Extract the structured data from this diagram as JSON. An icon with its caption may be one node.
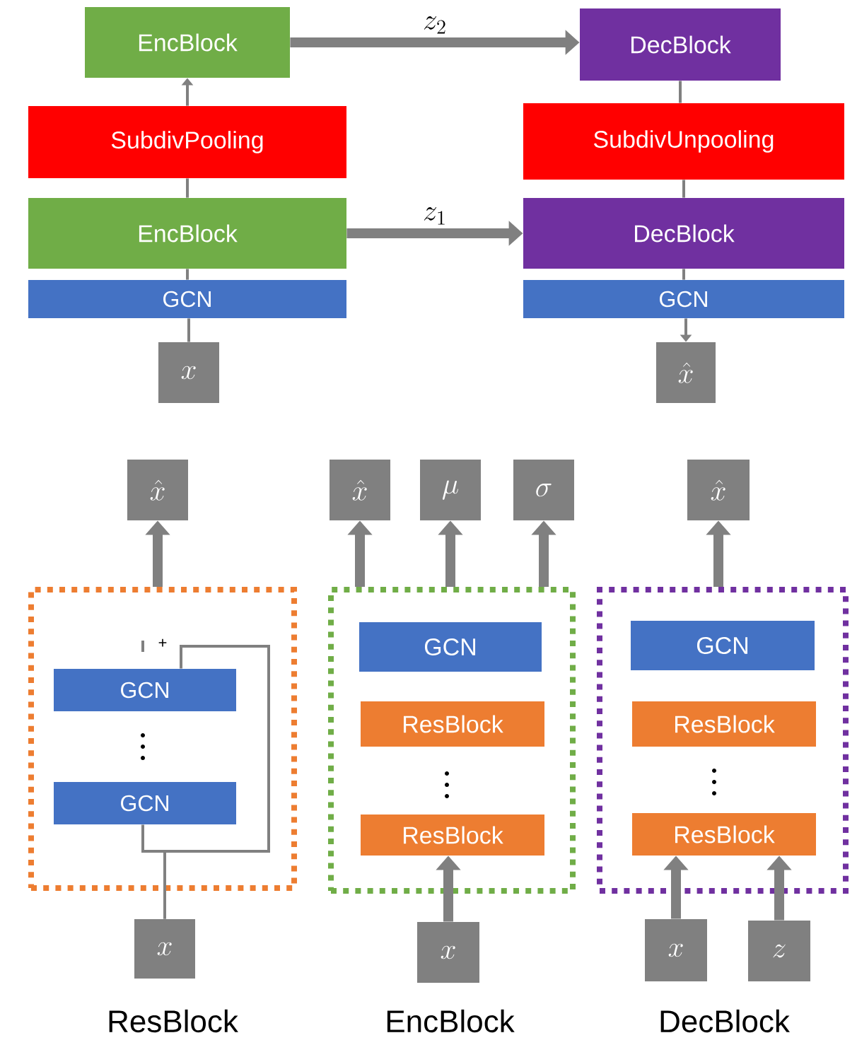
{
  "diagram": {
    "nodes": [
      {
        "text": [
          "EncBlock"
        ]
      },
      {
        "text": [
          "SubdivPooling"
        ]
      },
      {
        "text": [
          "EncBlock"
        ]
      },
      {
        "text": [
          "GCN"
        ]
      },
      {
        "text": [
          "x"
        ]
      },
      {
        "text": [
          "DecBlock"
        ]
      },
      {
        "text": [
          "SubdivUnpooling"
        ]
      },
      {
        "text": [
          "DecBlock"
        ]
      },
      {
        "text": [
          "GCN"
        ]
      },
      {
        "text": [
          "\\hat{x}"
        ]
      },
      {
        "text": [
          "\\hat{x}"
        ]
      },
      {
        "text": [],
        "shape": "box"
      },
      {
        "text": [
          "GCN"
        ],
        "in": 11
      },
      {
        "text": [
          "GCN"
        ],
        "in": 11
      },
      {
        "text": [
          "x"
        ]
      },
      {
        "text": [
          "\\hat{x}"
        ]
      },
      {
        "text": [
          "\\mu"
        ]
      },
      {
        "text": [
          "\\sigma"
        ]
      },
      {
        "text": [],
        "shape": "box"
      },
      {
        "text": [
          "GCN"
        ],
        "in": 18
      },
      {
        "text": [
          "ResBlock"
        ],
        "in": 18
      },
      {
        "text": [
          "ResBlock"
        ],
        "in": 18
      },
      {
        "text": [
          "x"
        ]
      },
      {
        "text": [
          "\\hat{x}"
        ]
      },
      {
        "text": [],
        "shape": "box"
      },
      {
        "text": [
          "GCN"
        ],
        "in": 24
      },
      {
        "text": [
          "ResBlock"
        ],
        "in": 24
      },
      {
        "text": [
          "ResBlock"
        ],
        "in": 24
      },
      {
        "text": [
          "x"
        ]
      },
      {
        "text": [
          "z"
        ]
      }
    ],
    "edges": [
      {
        "from": 4,
        "to": 3,
        "arrow": "none"
      },
      {
        "from": 3,
        "to": 2,
        "arrow": "none"
      },
      {
        "from": 2,
        "to": 1,
        "arrow": "none"
      },
      {
        "from": 1,
        "to": 0,
        "arrow": "to"
      },
      {
        "from": 0,
        "to": 5,
        "arrow": "to",
        "style": "thick",
        "label": "z_2"
      },
      {
        "from": 2,
        "to": 7,
        "arrow": "to",
        "style": "thick",
        "label": "z_1"
      },
      {
        "from": 5,
        "to": 6,
        "arrow": "none"
      },
      {
        "from": 6,
        "to": 7,
        "arrow": "none"
      },
      {
        "from": 7,
        "to": 8,
        "arrow": "none"
      },
      {
        "from": 8,
        "to": 9,
        "arrow": "to"
      },
      {
        "from": 11,
        "to": 10,
        "arrow": "to",
        "style": "thick"
      },
      {
        "from": 14,
        "to": 13,
        "arrow": "none"
      },
      {
        "from": 14,
        "to": 12,
        "arrow": "none"
      },
      {
        "from": 18,
        "to": 15,
        "arrow": "to",
        "style": "thick"
      },
      {
        "from": 18,
        "to": 16,
        "arrow": "to",
        "style": "thick"
      },
      {
        "from": 18,
        "to": 17,
        "arrow": "to",
        "style": "thick"
      },
      {
        "from": 22,
        "to": 21,
        "arrow": "to",
        "style": "thick"
      },
      {
        "from": 24,
        "to": 23,
        "arrow": "to",
        "style": "thick"
      },
      {
        "from": 28,
        "to": 27,
        "arrow": "to",
        "style": "thick"
      },
      {
        "from": 29,
        "to": 27,
        "arrow": "to",
        "style": "thick"
      }
    ],
    "labels": [
      "+",
      "ResBlock",
      "EncBlock",
      "DecBlock"
    ]
  }
}
